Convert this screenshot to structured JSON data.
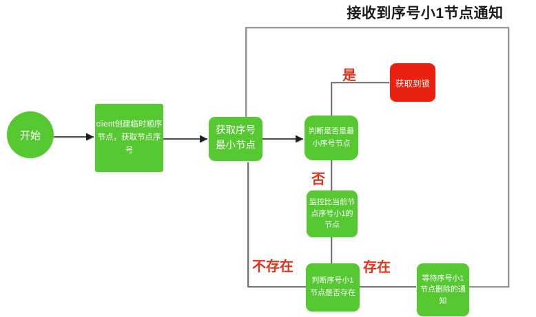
{
  "diagram": {
    "title": "接收到序号小1节点通知",
    "nodes": {
      "start": {
        "label": "开始"
      },
      "create": {
        "label": "client创建临时顺序\n节点，获取节点序号"
      },
      "get_min": {
        "label": "获取序号\n最小节点"
      },
      "check_min": {
        "label": "判断是否是最\n小序号节点"
      },
      "lock": {
        "label": "获取到锁"
      },
      "watch": {
        "label": "监控比当前节\n点序号小1的\n节点"
      },
      "check_exist": {
        "label": "判断序号小1\n节点是否存在"
      },
      "wait": {
        "label": "等待序号小1\n节点删除的通\n知"
      }
    },
    "edge_labels": {
      "yes": "是",
      "no": "否",
      "not_exist": "不存在",
      "exist": "存在"
    },
    "colors": {
      "node-green": "#55c832",
      "node-red": "#e9220f",
      "label-red": "#e5301b",
      "line": "#565656",
      "line-loop": "#7e7e7e",
      "arrow-line": "#1f1f1f",
      "title-text": "#1a1a1a",
      "node-text": "#ffffff",
      "bg": "#ffffff"
    }
  }
}
